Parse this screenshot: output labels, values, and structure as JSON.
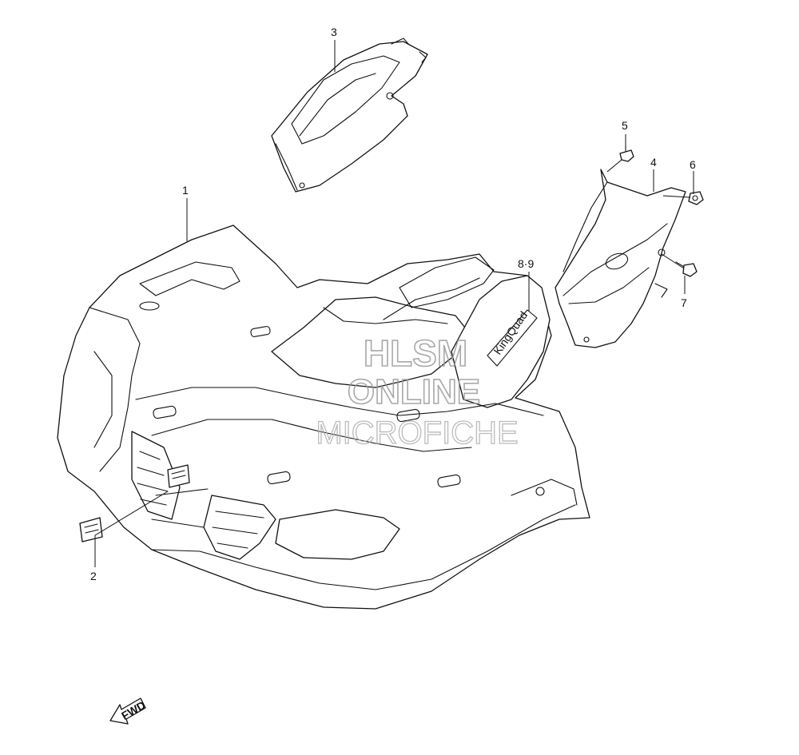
{
  "diagram": {
    "callouts": {
      "c1": "1",
      "c2": "2",
      "c3": "3",
      "c4": "4",
      "c5": "5",
      "c6": "6",
      "c7": "7",
      "c89": "8·9"
    },
    "fwd_arrow": "FWD",
    "decal_text": "KingQuad"
  },
  "watermark": {
    "line1": "HLSM",
    "line2": "ONLINE",
    "line3": "MICROFICHE",
    "color": "#9a9a9a"
  }
}
